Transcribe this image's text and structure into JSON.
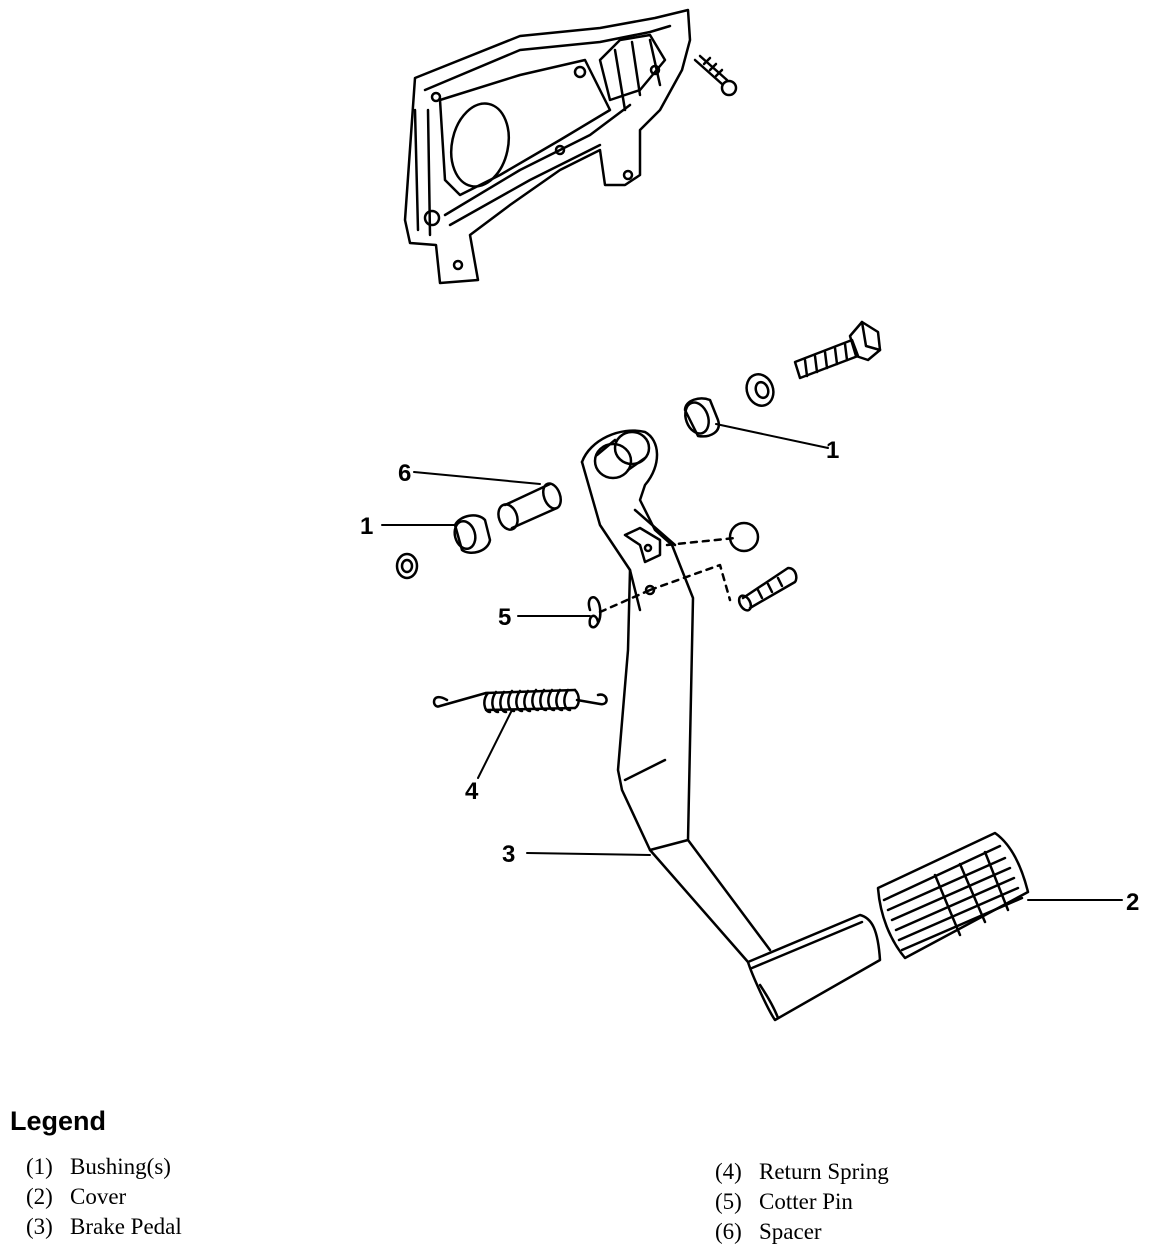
{
  "callouts": {
    "c1a": "1",
    "c1b": "1",
    "c2": "2",
    "c3": "3",
    "c4": "4",
    "c5": "5",
    "c6": "6"
  },
  "legend": {
    "title": "Legend",
    "left_items": [
      {
        "index": "(1)",
        "label": "Bushing(s)"
      },
      {
        "index": "(2)",
        "label": "Cover"
      },
      {
        "index": "(3)",
        "label": "Brake Pedal"
      }
    ],
    "right_items": [
      {
        "index": "(4)",
        "label": "Return Spring"
      },
      {
        "index": "(5)",
        "label": "Cotter Pin"
      },
      {
        "index": "(6)",
        "label": "Spacer"
      }
    ]
  }
}
